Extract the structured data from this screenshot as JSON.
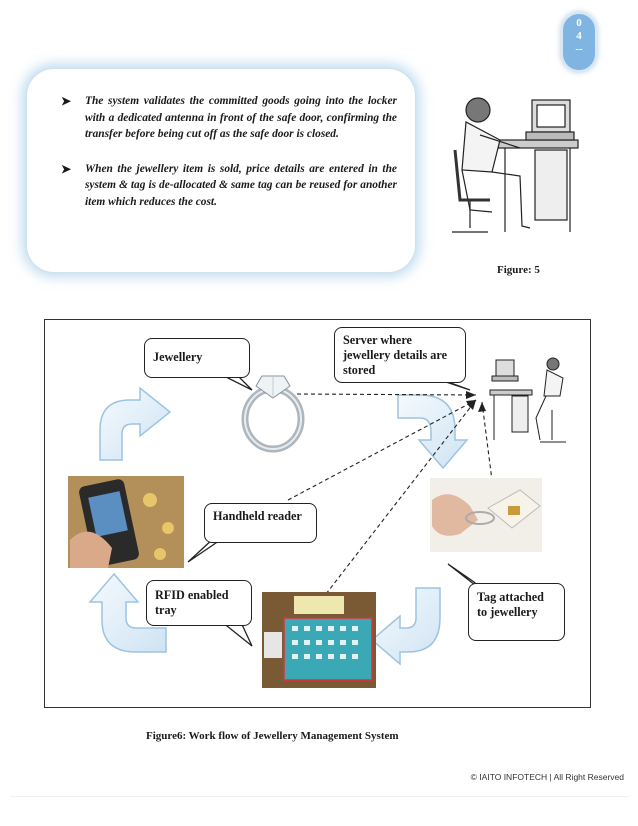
{
  "page_badge": {
    "line1": "0",
    "line2": "4",
    "line3": "--"
  },
  "callout": {
    "bullets": [
      "The system validates the committed goods going into the locker with a dedicated antenna in front of the safe door, confirming the transfer before being cut off as the safe door is closed.",
      "When the jewellery item is sold, price details are entered in the system & tag is de-allocated & same tag can be reused for another item which reduces the cost."
    ],
    "bullet_icon": "arrow-bullet-icon"
  },
  "figure5": {
    "caption": "Figure: 5"
  },
  "figure6": {
    "caption": "Figure6: Work flow of Jewellery Management System",
    "labels": {
      "jewellery": "Jewellery",
      "server": "Server where jewellery details are stored",
      "reader": "Handheld reader",
      "tray": "RFID enabled tray",
      "tag": "Tag attached to jewellery"
    }
  },
  "footer": {
    "copyright": "© IAITO INFOTECH  |  All Right Reserved"
  },
  "colors": {
    "accent_blue": "#7fb5e0",
    "arrow_fill": "#e6f1fa",
    "arrow_edge": "#9cc4e2"
  }
}
